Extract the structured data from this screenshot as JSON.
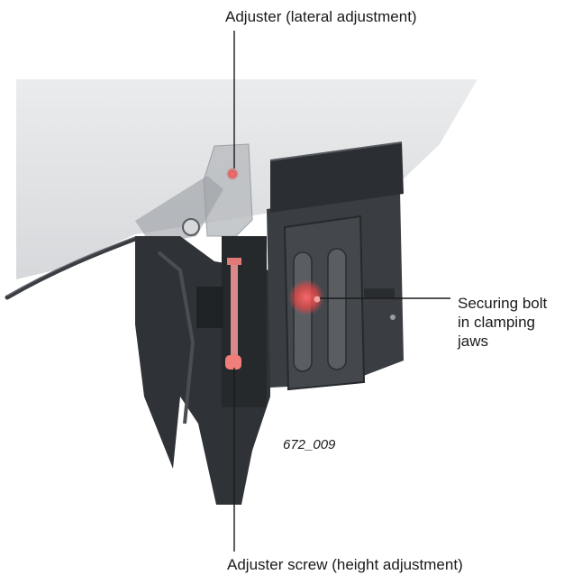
{
  "callouts": {
    "top": "Adjuster (lateral adjustment)",
    "right_lines": [
      "Securing bolt",
      "in clamping",
      "jaws"
    ],
    "bottom": "Adjuster screw (height adjustment)"
  },
  "figure_number": "672_009",
  "colors": {
    "panel": "#d9dbdd",
    "bracket": "#2f3236",
    "bracket_light": "#4a4e53",
    "highlight": "#e85a5a",
    "leader": "#1a1a1a"
  }
}
